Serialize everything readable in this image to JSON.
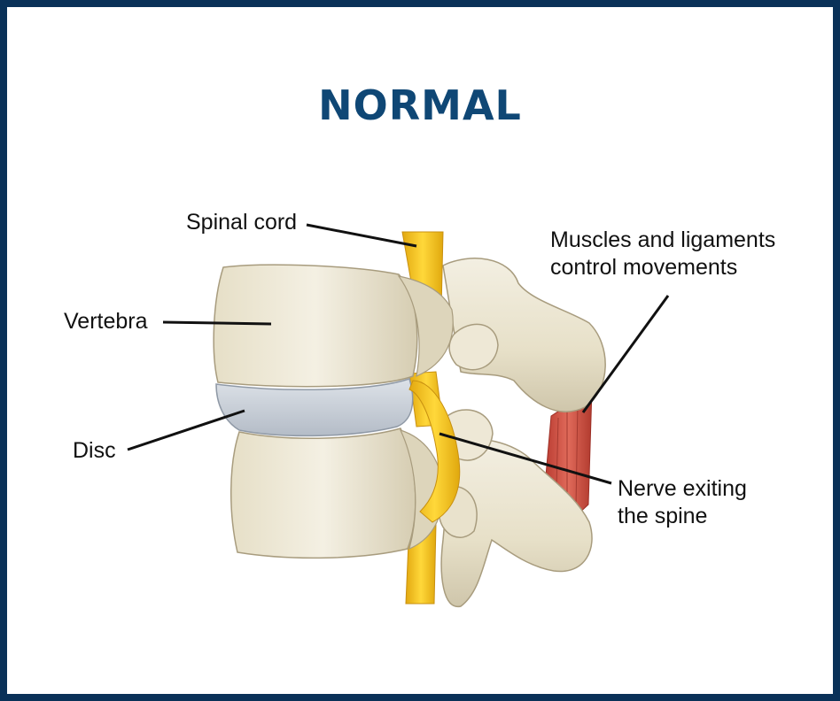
{
  "title": "NORMAL",
  "labels": {
    "spinal_cord": "Spinal cord",
    "vertebra": "Vertebra",
    "disc": "Disc",
    "muscles_line1": "Muscles and ligaments",
    "muscles_line2": "control movements",
    "nerve_line1": "Nerve exiting",
    "nerve_line2": "the spine"
  },
  "colors": {
    "frame": "#0a3158",
    "title": "#0f4775",
    "bone": "#ece6d2",
    "disc": "#c9d0d9",
    "nerve": "#f2c41e",
    "muscle": "#c8473a"
  }
}
